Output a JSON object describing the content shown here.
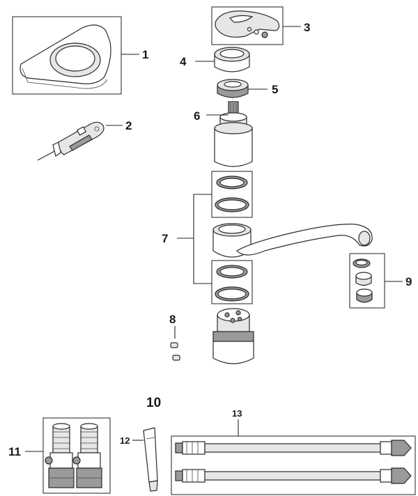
{
  "labels": {
    "l1": "1",
    "l2": "2",
    "l3": "3",
    "l4": "4",
    "l5": "5",
    "l6": "6",
    "l7": "7",
    "l8": "8",
    "l9": "9",
    "l10": "10",
    "l11": "11",
    "l12": "12",
    "l13": "13"
  },
  "colors": {
    "stroke": "#2a2a2a",
    "light_fill": "#e6e6e6",
    "dark_fill": "#9a9a9a"
  }
}
